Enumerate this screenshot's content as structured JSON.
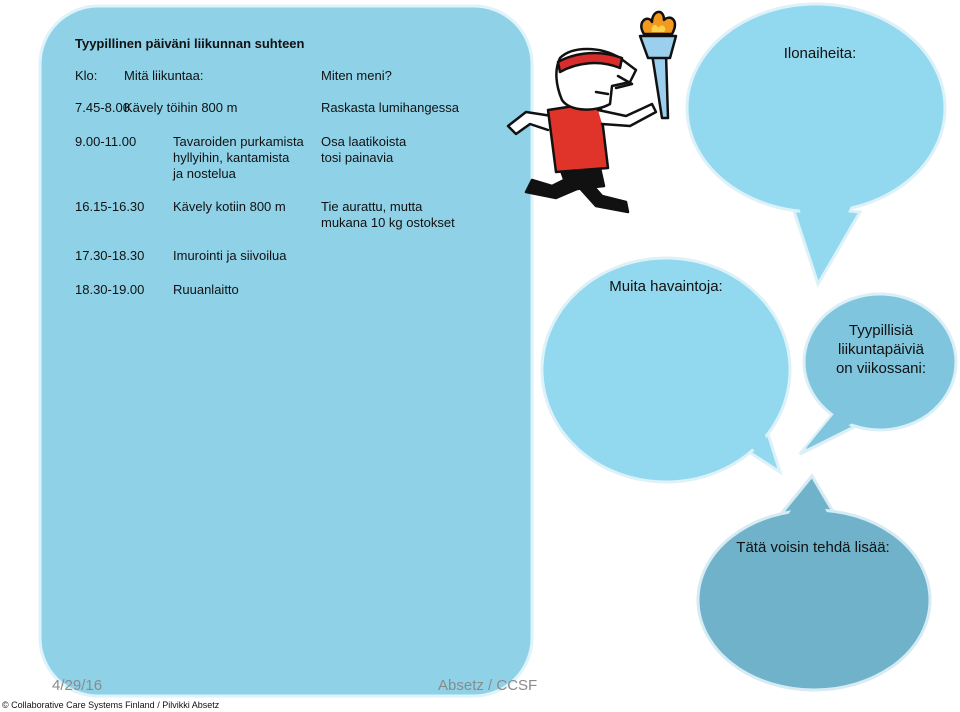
{
  "colors": {
    "panel": "#8fd2e8",
    "bubble_light": "#92d8ef",
    "bubble_mid": "#7fc5de",
    "bubble_dark": "#6fb2c9",
    "shirt": "#e0332a",
    "headband": "#d92c2c"
  },
  "diary": {
    "title": "Tyypillinen päiväni liikunnan suhteen",
    "headers": {
      "time": "Klo:",
      "activity": "Mitä liikuntaa:",
      "result": "Miten meni?"
    },
    "rows": [
      {
        "time": "7.45-8.00",
        "activity": [
          "Kävely töihin 800 m"
        ],
        "result": [
          "Raskasta lumihangessa"
        ]
      },
      {
        "time": "9.00-11.00",
        "activity": [
          "Tavaroiden purkamista",
          "hyllyihin, kantamista",
          "ja nostelua"
        ],
        "result": [
          "Osa laatikoista",
          "tosi painavia"
        ]
      },
      {
        "time": "16.15-16.30",
        "activity": [
          "Kävely kotiin 800 m"
        ],
        "result": [
          "Tie aurattu, mutta",
          "mukana 10 kg ostokset"
        ]
      },
      {
        "time": "17.30-18.30",
        "activity": [
          "Imurointi ja siivoilua"
        ],
        "result": []
      },
      {
        "time": "18.30-19.00",
        "activity": [
          "Ruuanlaitto"
        ],
        "result": []
      }
    ]
  },
  "bubbles": {
    "joys": "Ilonaiheita:",
    "observations": "Muita havaintoja:",
    "typical_days": [
      "Tyypillisiä",
      "liikuntapäiviä",
      "on viikossani:"
    ],
    "could_add": "Tätä voisin tehdä lisää:"
  },
  "footer": {
    "date": "4/29/16",
    "author": "Absetz / CCSF",
    "copyright": "© Collaborative Care Systems Finland / Pilvikki Absetz"
  },
  "icons": {
    "mascot": "running-torch-bearer-illustration"
  }
}
